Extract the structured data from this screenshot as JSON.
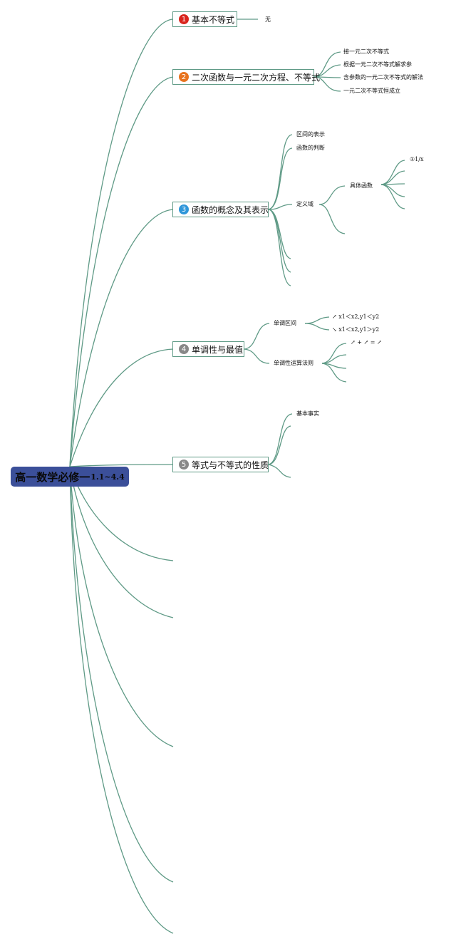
{
  "root": {
    "title": "高一数学必修一",
    "range": "1.1~4.4"
  },
  "colors": {
    "link": "#5f9a86",
    "root_bg": "#3b4f99",
    "badge1": "#d9251d",
    "badge2": "#e8731f",
    "badge3": "#2f96d9",
    "badge4": "#888888",
    "badge5": "#888888"
  },
  "branches": [
    {
      "num": "1",
      "label": "基本不等式",
      "children": [
        "无"
      ]
    },
    {
      "num": "2",
      "label": "二次函数与一元二次方程、不等式",
      "children": [
        "接一元二次不等式",
        "根据一元二次不等式解求参",
        "含参数的一元二次不等式的解法",
        "一元二次不等式恒成立"
      ]
    },
    {
      "num": "3",
      "label": "函数的概念及其表示",
      "children": [
        "区间的表示",
        "函数的判断",
        "定义域",
        "具体函数",
        "①1/x"
      ]
    },
    {
      "num": "4",
      "label": "单调性与最值",
      "children": [
        "单调区间",
        "单调性运算法则",
        "↗ x1＜x2,y1＜y2",
        "↘ x1＜x2,y1＞y2",
        "↗ + ↗ = ↗"
      ]
    },
    {
      "num": "5",
      "label": "等式与不等式的性质",
      "children": [
        "基本事实"
      ]
    }
  ]
}
